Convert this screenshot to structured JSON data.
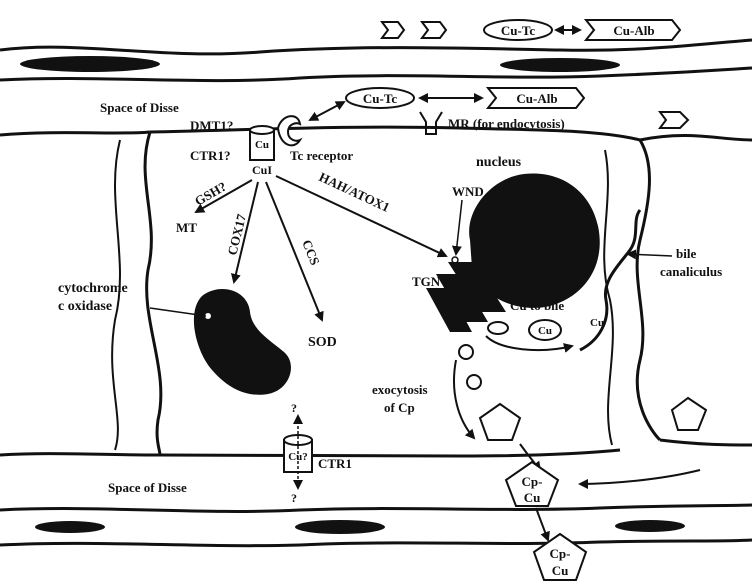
{
  "labels": {
    "space_of_disse_top": "Space of Disse",
    "space_of_disse_bottom": "Space of Disse",
    "dmt1": "DMT1?",
    "ctr1_q": "CTR1?",
    "cu": "Cu",
    "cu1": "CuI",
    "tc_receptor": "Tc receptor",
    "mr": "MR (for endocytosis)",
    "cu_tc_top": "Cu-Tc",
    "cu_alb_top": "Cu-Alb",
    "cu_tc_mid": "Cu-Tc",
    "cu_alb_mid": "Cu-Alb",
    "gsh": "GSH?",
    "mt": "MT",
    "cox17": "COX17",
    "ccs": "CCS",
    "hah": "HAH/ATOX1",
    "sod": "SOD",
    "cytochrome_1": "cytochrome",
    "cytochrome_2": "c oxidase",
    "nucleus": "nucleus",
    "wnd": "WND",
    "tgn": "TGN",
    "cu_to_bile": "Cu to bile",
    "cu_vesicle": "Cu",
    "cu_canal": "Cu",
    "bile_1": "bile",
    "bile_2": "canaliculus",
    "exo_1": "exocytosis",
    "exo_2": "of Cp",
    "q_top": "?",
    "q_bottom": "?",
    "cu_q": "Cu?",
    "ctr1": "CTR1",
    "cp_cu_1a": "Cp-",
    "cp_cu_1b": "Cu",
    "cp_cu_2a": "Cp-",
    "cp_cu_2b": "Cu"
  },
  "colors": {
    "ink": "#111111",
    "background": "#ffffff"
  }
}
